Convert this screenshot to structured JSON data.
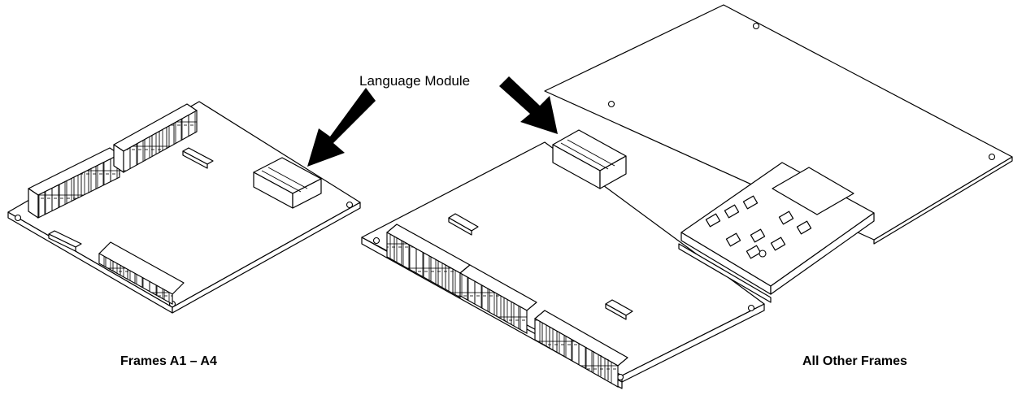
{
  "callout_label": "Language Module",
  "captions": {
    "left": "Frames A1 – A4",
    "right": "All Other Frames"
  },
  "icons": {
    "arrow_left": "pointer-arrow-icon",
    "arrow_right": "pointer-arrow-icon"
  }
}
